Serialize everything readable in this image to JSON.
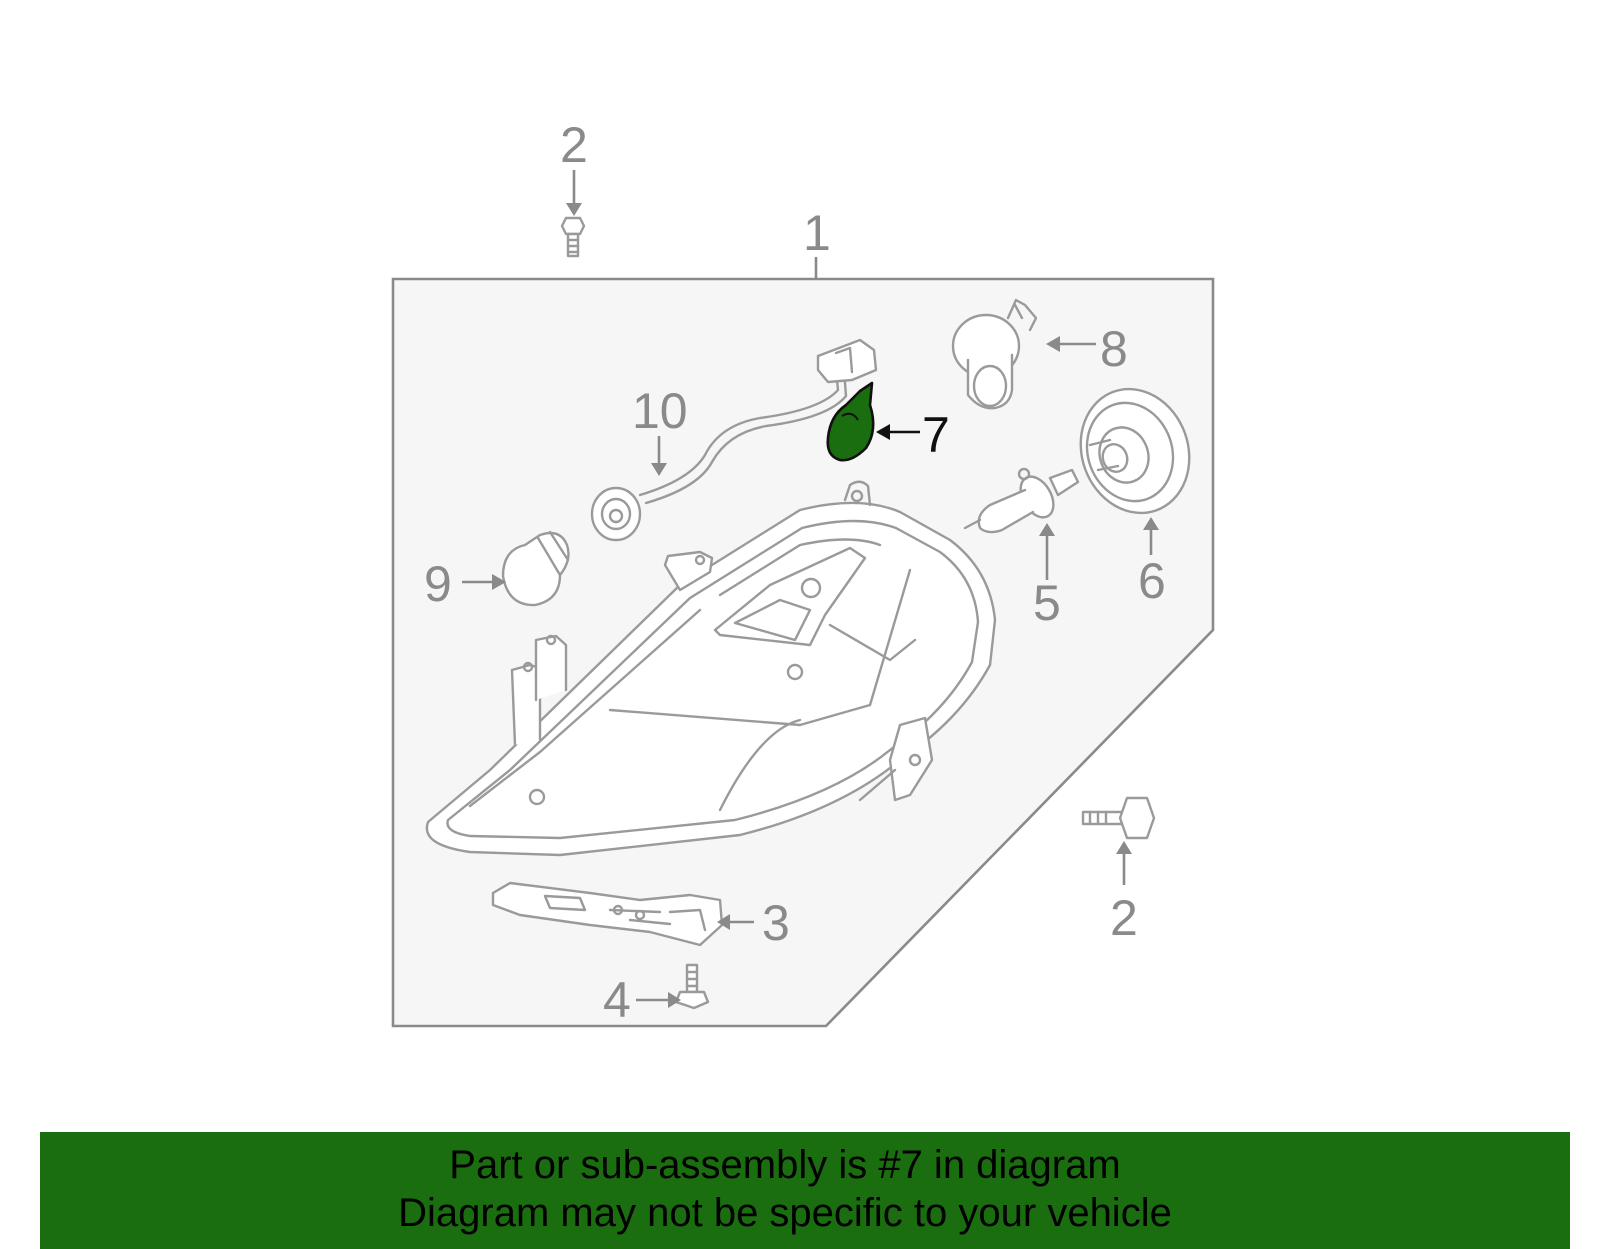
{
  "callouts": {
    "c1": "1",
    "c2_top": "2",
    "c2_right": "2",
    "c3": "3",
    "c4": "4",
    "c5": "5",
    "c6": "6",
    "c7": "7",
    "c8": "8",
    "c9": "9",
    "c10": "10"
  },
  "highlight": {
    "part_number": "7",
    "color": "#1a6e0f"
  },
  "banner": {
    "line1": "Part or sub-assembly is #7 in diagram",
    "line2": "Diagram may not be specific to your vehicle",
    "background": "#1a6e0f"
  }
}
